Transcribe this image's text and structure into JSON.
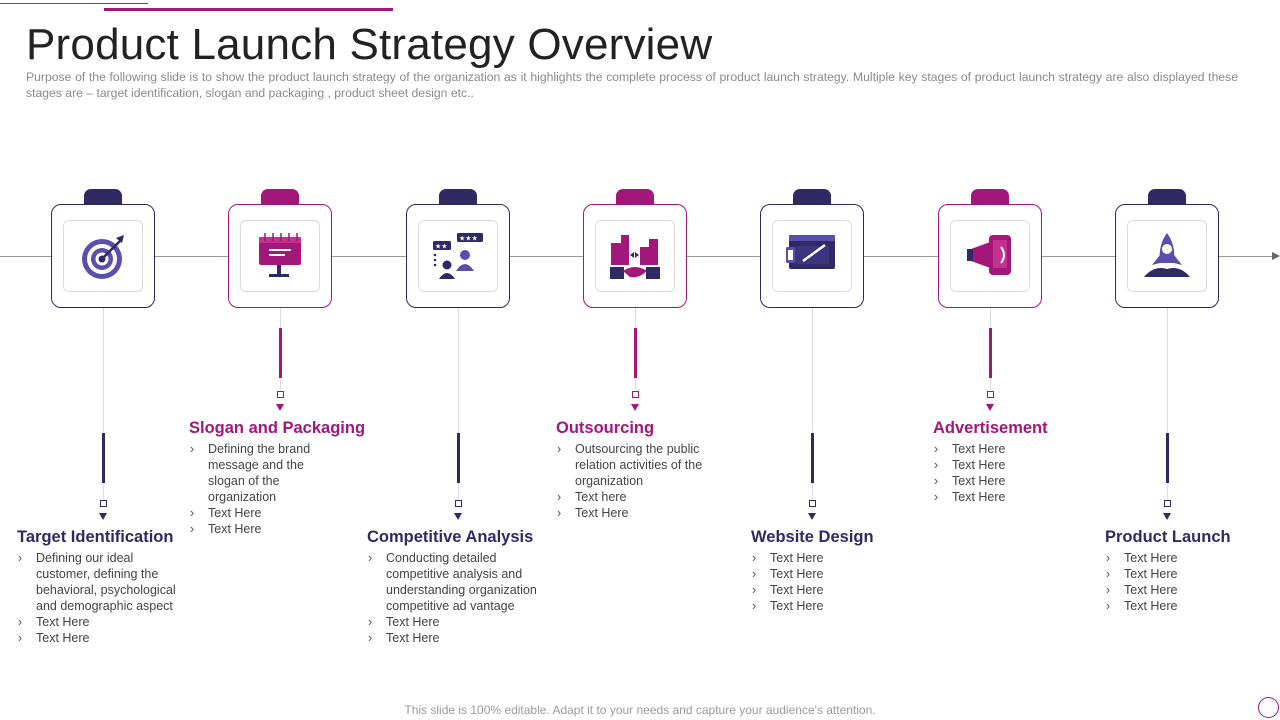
{
  "header": {
    "title": "Product Launch Strategy Overview",
    "subtitle": "Purpose of the following slide is to show the product launch strategy of the organization as it highlights the complete process of product launch strategy. Multiple key stages of product launch strategy are also displayed these stages are – target identification, slogan and packaging , product sheet design etc.."
  },
  "colors": {
    "navy": "#2f2a66",
    "magenta": "#a3167a",
    "purple": "#5b4fae"
  },
  "steps": [
    {
      "title": "Target Identification",
      "icon": "target-icon",
      "bullets": [
        "Defining our ideal customer, defining the behavioral, psychological and demographic aspect",
        "Text Here",
        "Text Here"
      ]
    },
    {
      "title": "Slogan and Packaging",
      "icon": "billboard-icon",
      "bullets": [
        "Defining the brand message and the slogan of the organization",
        "Text Here",
        "Text Here"
      ]
    },
    {
      "title": "Competitive Analysis",
      "icon": "competitor-rating-icon",
      "bullets": [
        "Conducting detailed competitive analysis and understanding organization competitive ad vantage",
        "Text Here",
        "Text Here"
      ]
    },
    {
      "title": "Outsourcing",
      "icon": "handshake-buildings-icon",
      "bullets": [
        "Outsourcing the public relation activities of the organization",
        "Text here",
        "Text Here"
      ]
    },
    {
      "title": "Website Design",
      "icon": "web-design-icon",
      "bullets": [
        "Text Here",
        "Text Here",
        "Text Here",
        "Text Here"
      ]
    },
    {
      "title": "Advertisement",
      "icon": "megaphone-icon",
      "bullets": [
        "Text Here",
        "Text Here",
        "Text Here",
        "Text Here"
      ]
    },
    {
      "title": "Product Launch",
      "icon": "rocket-icon",
      "bullets": [
        "Text Here",
        "Text Here",
        "Text Here",
        "Text Here"
      ]
    }
  ],
  "footer": {
    "text": "This slide is 100% editable. Adapt it to your needs and capture your audience's attention."
  }
}
